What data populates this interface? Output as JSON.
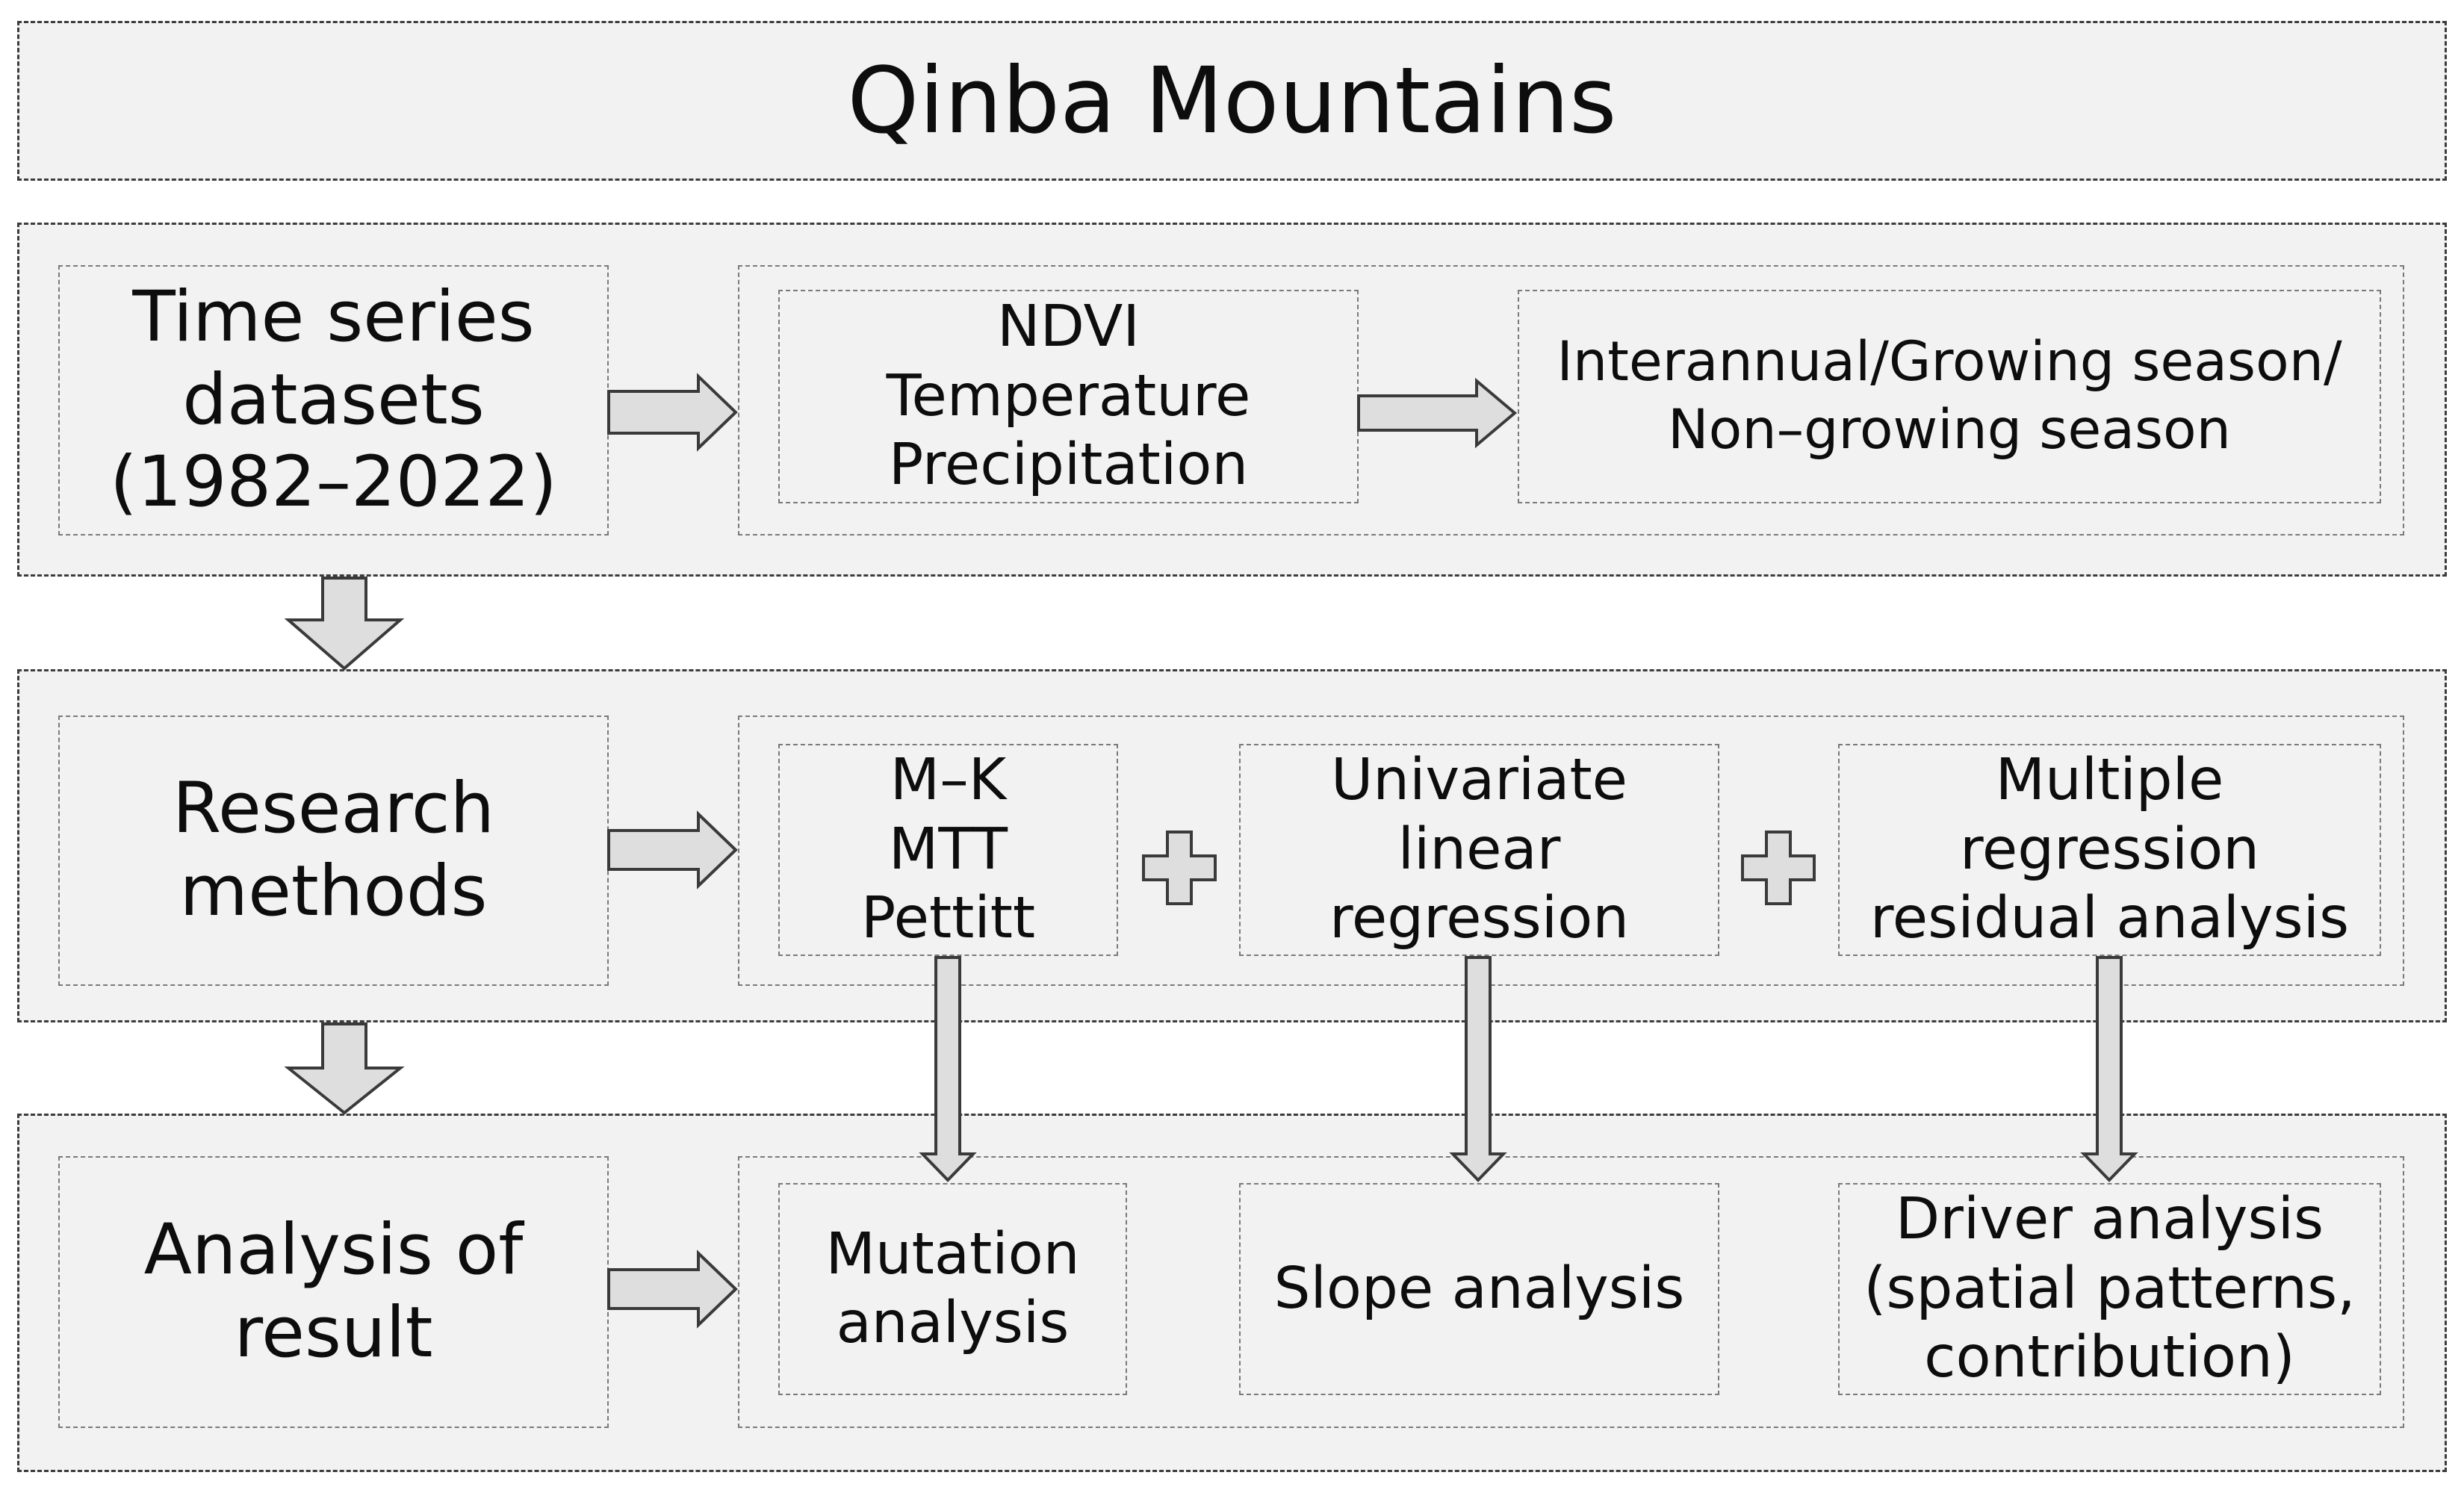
{
  "title": "Qinba Mountains",
  "rows": [
    {
      "label": "Time series\ndatasets\n(1982–2022)",
      "items": [
        "NDVI\nTemperature\nPrecipitation",
        "Interannual/Growing season/\nNon–growing season"
      ]
    },
    {
      "label": "Research\nmethods",
      "items": [
        "M–K\nMTT\nPettitt",
        "Univariate\nlinear\nregression",
        "Multiple\nregression\nresidual analysis"
      ]
    },
    {
      "label": "Analysis of\nresult",
      "items": [
        "Mutation\nanalysis",
        "Slope analysis",
        "Driver analysis\n(spatial patterns,\ncontribution)"
      ]
    }
  ],
  "icons": {
    "plus": "plus-icon",
    "arrow_right": "arrow-right-icon",
    "arrow_down": "arrow-down-icon"
  },
  "colors": {
    "box_fill": "#f2f2f2",
    "arrow_fill": "#dedede",
    "arrow_stroke": "#3a3a3a",
    "outer_border": "#3c3c3c",
    "inner_border": "#7a7a7a",
    "text": "#0d0d0d"
  }
}
